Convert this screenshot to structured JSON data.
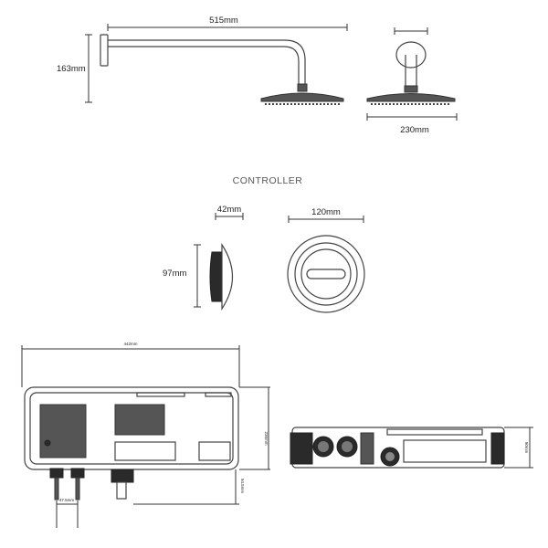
{
  "shower_head": {
    "arm_length": "515mm",
    "drop_height": "163mm",
    "head_diameter": "230mm"
  },
  "controller": {
    "heading": "CONTROLLER",
    "depth": "42mm",
    "height": "97mm",
    "diameter": "120mm"
  },
  "processor": {
    "width": "442mm",
    "height": "236mm",
    "outlet_depth": "94.5mm",
    "inlet_spacing": "47.5mm",
    "depth": "90mm"
  }
}
